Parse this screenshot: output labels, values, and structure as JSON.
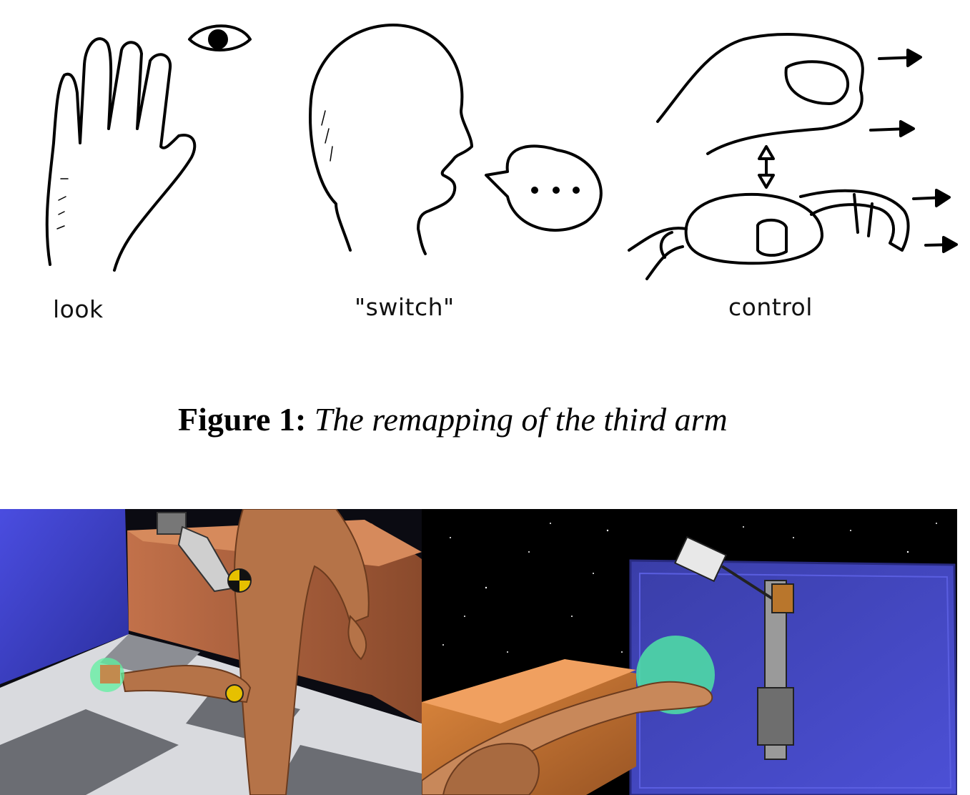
{
  "figure": {
    "panels": [
      {
        "label": "look"
      },
      {
        "label": "\"switch\""
      },
      {
        "label": "control"
      }
    ],
    "caption": {
      "prefix": "Figure 1:",
      "text": "The remapping of the third arm"
    }
  },
  "colors": {
    "wall_blue": "#3c3fc8",
    "box_orange": "#c8733a",
    "skin": "#b57348",
    "sphere_green": "#4fe3a5",
    "space": "#000000",
    "floor_light": "#d9dade",
    "floor_dark": "#6b6d73"
  }
}
